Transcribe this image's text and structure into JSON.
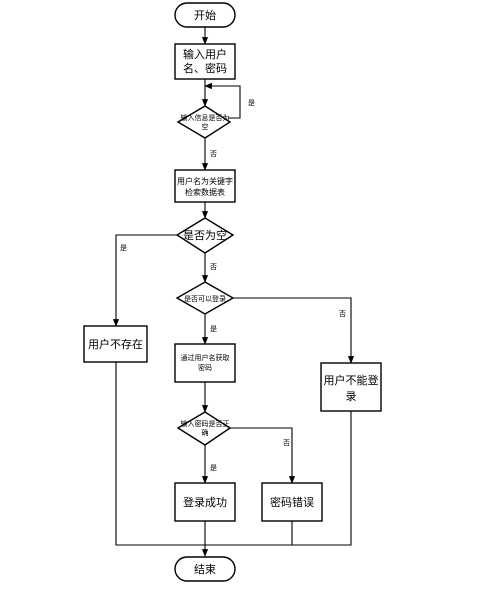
{
  "nodes": {
    "start": "开始",
    "input_line1": "输入用户",
    "input_line2": "名、密码",
    "check_empty_small_line1": "输入信息是否为",
    "check_empty_small_line2": "空",
    "search_line1": "用户名为关键字",
    "search_line2": "检索数据表",
    "is_empty": "是否为空",
    "user_not_exist": "用户不存在",
    "can_login": "是否可以登录",
    "get_pwd_line1": "通过用户名获取",
    "get_pwd_line2": "密码",
    "pwd_correct_line1": "输入密码是否正",
    "pwd_correct_line2": "确",
    "cannot_login_line1": "用户不能登",
    "cannot_login_line2": "录",
    "login_success": "登录成功",
    "pwd_error": "密码错误",
    "end": "结束"
  },
  "edge_labels": {
    "loop_yes": "是",
    "first_no": "否",
    "empty_yes": "是",
    "empty_no": "否",
    "can_yes": "是",
    "can_no": "否",
    "pwd_yes": "是",
    "pwd_no": "否"
  }
}
